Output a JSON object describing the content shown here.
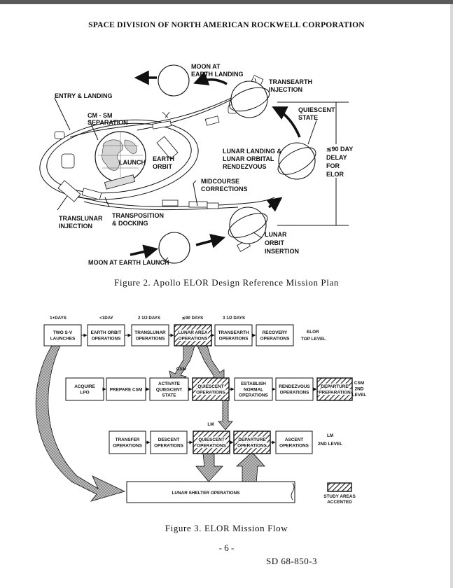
{
  "header": {
    "title": "SPACE DIVISION OF NORTH AMERICAN ROCKWELL CORPORATION"
  },
  "figure2": {
    "caption": "Figure 2.  Apollo ELOR Design Reference Mission Plan",
    "labels": {
      "moon_at_earth_landing_1": "MOON AT",
      "moon_at_earth_landing_2": "EARTH LANDING",
      "transearth_1": "TRANSEARTH",
      "transearth_2": "INJECTION",
      "entry_landing": "ENTRY & LANDING",
      "cm_sm_1": "CM - SM",
      "cm_sm_2": "SEPARATION",
      "quiescent_1": "QUIESCENT",
      "quiescent_2": "STATE",
      "delay_1": "≲90 DAY",
      "delay_2": "DELAY",
      "delay_3": "FOR",
      "delay_4": "ELOR",
      "lunar_landing_1": "LUNAR LANDING &",
      "lunar_landing_2": "LUNAR ORBITAL",
      "lunar_landing_3": "RENDEZVOUS",
      "launch": "LAUNCH",
      "earth_orbit_1": "EARTH",
      "earth_orbit_2": "ORBIT",
      "midcourse_1": "MIDCOURSE",
      "midcourse_2": "CORRECTIONS",
      "translunar_1": "TRANSLUNAR",
      "translunar_2": "INJECTION",
      "transposition_1": "TRANSPOSITION",
      "transposition_2": "& DOCKING",
      "loi_1": "LUNAR",
      "loi_2": "ORBIT",
      "loi_3": "INSERTION",
      "moon_at_earth_launch": "MOON AT EARTH LAUNCH"
    }
  },
  "figure3": {
    "caption": "Figure 3.  ELOR Mission Flow",
    "durations": [
      "1+DAYS",
      "<1DAY",
      "2 1/2 DAYS",
      "≲90 DAYS",
      "3 1/2 DAYS"
    ],
    "top_row": {
      "boxes": [
        [
          "TWO S-V",
          "LAUNCHES"
        ],
        [
          "EARTH ORBIT",
          "OPERATIONS"
        ],
        [
          "TRANSLUNAR",
          "OPERATIONS"
        ],
        [
          "LUNAR AREA",
          "OPERATIONS"
        ],
        [
          "TRANSEARTH",
          "OPERATIONS"
        ],
        [
          "RECOVERY",
          "OPERATIONS"
        ]
      ],
      "side_label": [
        "ELOR",
        "TOP LEVEL"
      ]
    },
    "csm_tag": "CSM",
    "csm_row": {
      "boxes": [
        [
          "ACQUIRE",
          "LPO"
        ],
        [
          "PREPARE CSM"
        ],
        [
          "ACTIVATE",
          "QUIESCENT",
          "STATE"
        ],
        [
          "QUIESCENT",
          "OPERATIONS"
        ],
        [
          "ESTABLISH",
          "NORMAL",
          "OPERATIONS"
        ],
        [
          "RENDEZVOUS",
          "OPERATIONS"
        ],
        [
          "DEPARTURE",
          "PREPARATION"
        ]
      ],
      "side_label": [
        "CSM",
        "2ND",
        "LEVEL"
      ]
    },
    "lm_tag": "LM",
    "lm_row": {
      "boxes": [
        [
          "TRANSFER",
          "OPERATIONS"
        ],
        [
          "DESCENT",
          "OPERATIONS"
        ],
        [
          "QUIESCENT",
          "OPERATIONS"
        ],
        [
          "DEPARTURE",
          "OPERATIONS"
        ],
        [
          "ASCENT",
          "OPERATIONS"
        ]
      ],
      "side_label": [
        "LM",
        "2ND LEVEL"
      ]
    },
    "shelter": "LUNAR SHELTER OPERATIONS",
    "legend": [
      "STUDY AREAS",
      "ACCENTED"
    ]
  },
  "footer": {
    "page_number": "- 6 -",
    "doc_id": "SD 68-850-3"
  }
}
